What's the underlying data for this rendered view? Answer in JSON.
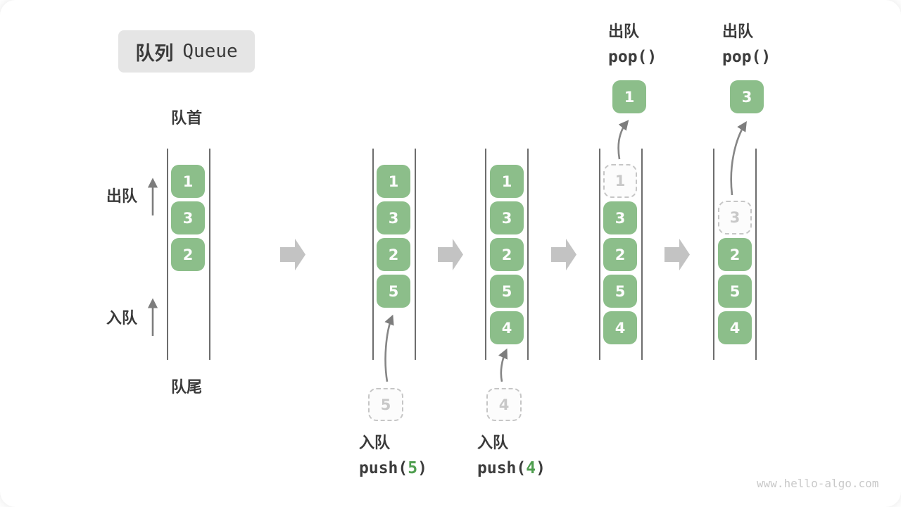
{
  "title": {
    "zh": "队列",
    "en": "Queue"
  },
  "labels": {
    "front": "队首",
    "rear": "队尾",
    "dequeue": "出队",
    "enqueue": "入队"
  },
  "operations": {
    "push_5": {
      "name": "入队",
      "fn_open": "push(",
      "arg": "5",
      "fn_close": ")"
    },
    "push_4": {
      "name": "入队",
      "fn_open": "push(",
      "arg": "4",
      "fn_close": ")"
    },
    "pop_first": {
      "name": "出队",
      "fn": "pop()"
    },
    "pop_second": {
      "name": "出队",
      "fn": "pop()"
    }
  },
  "states": [
    {
      "cells": [
        "1",
        "3",
        "2"
      ]
    },
    {
      "cells": [
        "1",
        "3",
        "2",
        "5"
      ],
      "incoming": "5"
    },
    {
      "cells": [
        "1",
        "3",
        "2",
        "5",
        "4"
      ],
      "incoming": "4"
    },
    {
      "cells": [
        "1",
        "3",
        "2",
        "5",
        "4"
      ],
      "popped": "1"
    },
    {
      "cells": [
        "3",
        "2",
        "5",
        "4"
      ],
      "popped": "3"
    }
  ],
  "watermark": "www.hello-algo.com",
  "colors": {
    "element_green": "#8cbe8a",
    "accent_green": "#4f9e4f",
    "text_dark": "#3a3a3a",
    "column_line": "#6d6d6d",
    "arrow_gray": "#868686",
    "block_arrow_gray": "#c3c3c3",
    "ghost_gray": "#c8c8c8",
    "title_bg": "#e5e5e5",
    "watermark_gray": "#c9c9c9"
  }
}
